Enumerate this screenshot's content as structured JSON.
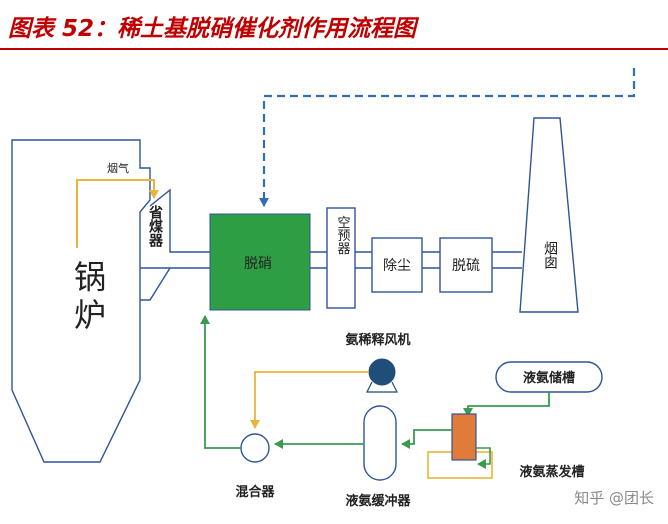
{
  "header": {
    "title": "图表 52：稀土基脱硝催化剂作用流程图"
  },
  "labels": {
    "flue_gas": "烟气",
    "boiler": "锅炉",
    "economizer": "省煤器",
    "denitration": "脱硝",
    "air_preheater": "空预器",
    "dust_removal": "除尘",
    "desulfurization": "脱硫",
    "chimney": "烟囱",
    "ammonia_dilution_fan": "氨稀释风机",
    "liquid_ammonia_tank": "液氨储槽",
    "liquid_ammonia_evaporator": "液氨蒸发槽",
    "mixer": "混合器",
    "liquid_ammonia_buffer": "液氨缓冲器"
  },
  "watermark": "知乎 @团长",
  "colors": {
    "title_red": "#c00000",
    "box_blue": "#2f5597",
    "denitration_green": "#2e9e45",
    "dashed_blue": "#2f6fb5",
    "yellow_line": "#e8b53a",
    "green_line": "#3a9a50",
    "evaporator_orange": "#e07b39"
  }
}
